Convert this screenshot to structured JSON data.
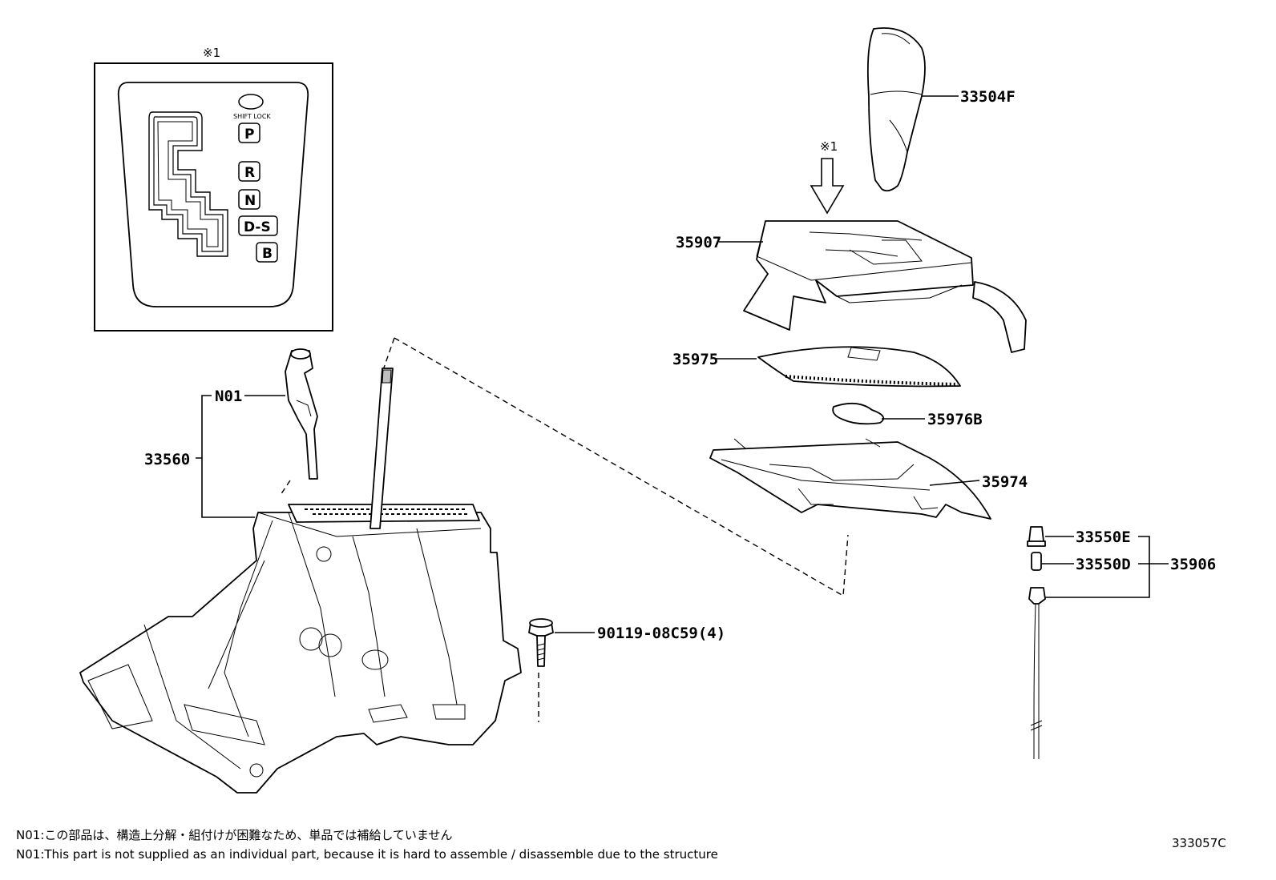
{
  "diagram": {
    "inset": {
      "mark": "※1",
      "shift_lock": "SHIFT LOCK",
      "gates": [
        "P",
        "R",
        "N",
        "D-S",
        "B"
      ]
    },
    "arrow_mark": "※1",
    "labels": {
      "knob": "33504F",
      "bezel": "35907",
      "cover": "35975",
      "plate": "35976B",
      "housing_lower": "35974",
      "bulb_holder": "33550E",
      "bulb": "33550D",
      "bulb_assy": "35906",
      "n01": "N01",
      "shift_assy": "33560",
      "bolt": "90119-08C59(4)"
    },
    "notes": {
      "ja": "N01:この部品は、構造上分解・組付けが困難なため、単品では補給していません",
      "en": "N01:This part is not supplied as an individual part, because it is hard to assemble / disassemble due to the structure"
    },
    "figure_code": "333057C"
  }
}
